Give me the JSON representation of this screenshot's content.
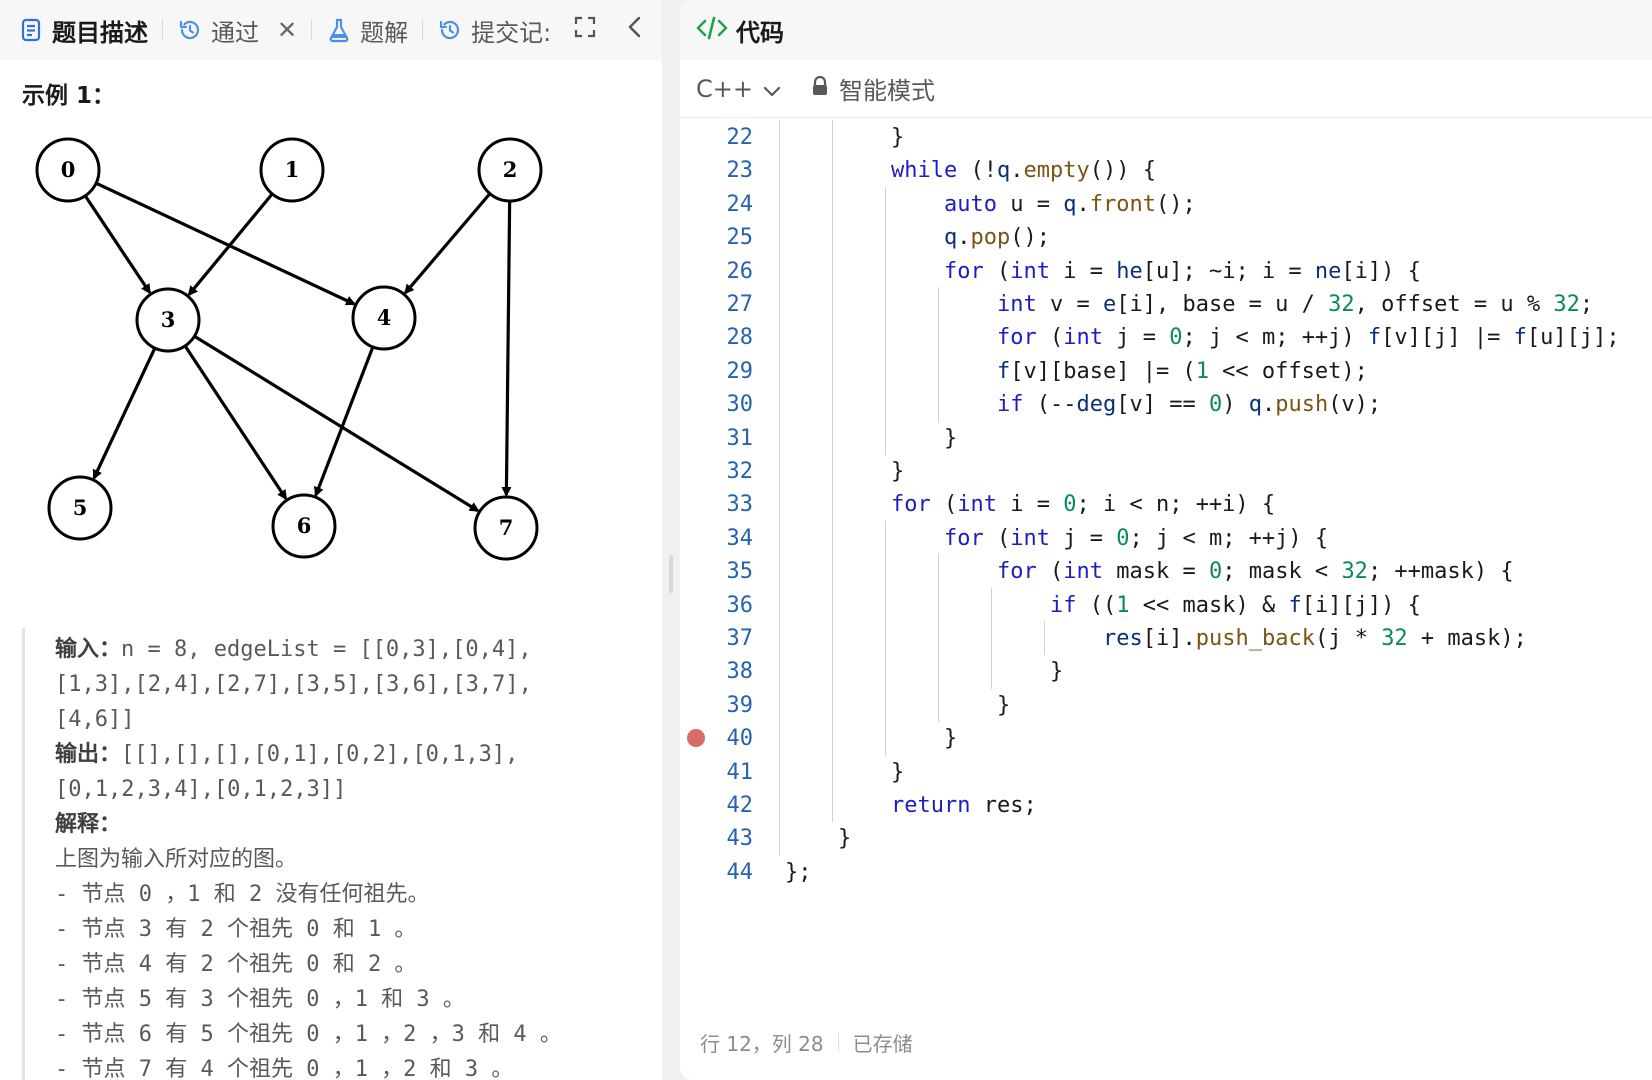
{
  "left_panel": {
    "tabs": [
      {
        "label": "题目描述",
        "icon": "document-icon"
      },
      {
        "label": "通过",
        "icon": "history-icon"
      },
      {
        "label": "题解",
        "icon": "flask-icon"
      },
      {
        "label": "提交记:",
        "icon": "history-icon"
      }
    ],
    "close_glyph": "✕",
    "example_heading": "示例 1：",
    "graph": {
      "nodes": [
        "0",
        "1",
        "2",
        "3",
        "4",
        "5",
        "6",
        "7"
      ],
      "edges": [
        [
          "0",
          "3"
        ],
        [
          "0",
          "4"
        ],
        [
          "1",
          "3"
        ],
        [
          "2",
          "4"
        ],
        [
          "2",
          "7"
        ],
        [
          "3",
          "5"
        ],
        [
          "3",
          "6"
        ],
        [
          "3",
          "7"
        ],
        [
          "4",
          "6"
        ]
      ]
    },
    "example": {
      "input_label": "输入：",
      "input_lines": [
        "n = 8, edgeList = [[0,3],[0,4],",
        "[1,3],[2,4],[2,7],[3,5],[3,6],[3,7],",
        "[4,6]]"
      ],
      "output_label": "输出：",
      "output_lines": [
        "[[],[],[],[0,1],[0,2],[0,1,3],",
        "[0,1,2,3,4],[0,1,2,3]]"
      ],
      "explain_label": "解释：",
      "explain_lines": [
        "上图为输入所对应的图。",
        "- 节点 0 ，1 和 2 没有任何祖先。",
        "- 节点 3 有 2 个祖先 0 和 1 。",
        "- 节点 4 有 2 个祖先 0 和 2 。",
        "- 节点 5 有 3 个祖先 0 ，1 和 3 。",
        "- 节点 6 有 5 个祖先 0 ，1 ，2 ，3 和 4 。",
        "- 节点 7 有 4 个祖先 0 ，1 ，2 和 3 。"
      ]
    }
  },
  "right_panel": {
    "title": "代码",
    "title_icon": "code-icon",
    "language": "C++",
    "mode": "智能模式",
    "breakpoint_line": 40,
    "code_lines": [
      {
        "n": "22",
        "indent": 2,
        "tokens": [
          [
            "p",
            "}"
          ]
        ]
      },
      {
        "n": "23",
        "indent": 2,
        "tokens": [
          [
            "kw",
            "while"
          ],
          [
            "p",
            " (!"
          ],
          [
            "var",
            "q"
          ],
          [
            "p",
            "."
          ],
          [
            "fn",
            "empty"
          ],
          [
            "p",
            "()) {"
          ]
        ]
      },
      {
        "n": "24",
        "indent": 3,
        "tokens": [
          [
            "kw",
            "auto"
          ],
          [
            "p",
            " u = "
          ],
          [
            "var",
            "q"
          ],
          [
            "p",
            "."
          ],
          [
            "fn",
            "front"
          ],
          [
            "p",
            "();"
          ]
        ]
      },
      {
        "n": "25",
        "indent": 3,
        "tokens": [
          [
            "var",
            "q"
          ],
          [
            "p",
            "."
          ],
          [
            "fn",
            "pop"
          ],
          [
            "p",
            "();"
          ]
        ]
      },
      {
        "n": "26",
        "indent": 3,
        "tokens": [
          [
            "kw",
            "for"
          ],
          [
            "p",
            " ("
          ],
          [
            "kw",
            "int"
          ],
          [
            "p",
            " i = "
          ],
          [
            "var",
            "he"
          ],
          [
            "p",
            "[u]; ~i; i = "
          ],
          [
            "var",
            "ne"
          ],
          [
            "p",
            "[i]) {"
          ]
        ]
      },
      {
        "n": "27",
        "indent": 4,
        "tokens": [
          [
            "kw",
            "int"
          ],
          [
            "p",
            " v = "
          ],
          [
            "var",
            "e"
          ],
          [
            "p",
            "[i], base = u / "
          ],
          [
            "num",
            "32"
          ],
          [
            "p",
            ", offset = u % "
          ],
          [
            "num",
            "32"
          ],
          [
            "p",
            ";"
          ]
        ]
      },
      {
        "n": "28",
        "indent": 4,
        "tokens": [
          [
            "kw",
            "for"
          ],
          [
            "p",
            " ("
          ],
          [
            "kw",
            "int"
          ],
          [
            "p",
            " j = "
          ],
          [
            "num",
            "0"
          ],
          [
            "p",
            "; j < m; ++j) "
          ],
          [
            "var",
            "f"
          ],
          [
            "p",
            "[v][j] |= "
          ],
          [
            "var",
            "f"
          ],
          [
            "p",
            "[u][j];"
          ]
        ]
      },
      {
        "n": "29",
        "indent": 4,
        "tokens": [
          [
            "var",
            "f"
          ],
          [
            "p",
            "[v][base] |= ("
          ],
          [
            "num",
            "1"
          ],
          [
            "p",
            " << offset);"
          ]
        ]
      },
      {
        "n": "30",
        "indent": 4,
        "tokens": [
          [
            "kw",
            "if"
          ],
          [
            "p",
            " (--"
          ],
          [
            "var",
            "deg"
          ],
          [
            "p",
            "[v] == "
          ],
          [
            "num",
            "0"
          ],
          [
            "p",
            ") "
          ],
          [
            "var",
            "q"
          ],
          [
            "p",
            "."
          ],
          [
            "fn",
            "push"
          ],
          [
            "p",
            "(v);"
          ]
        ]
      },
      {
        "n": "31",
        "indent": 3,
        "tokens": [
          [
            "p",
            "}"
          ]
        ]
      },
      {
        "n": "32",
        "indent": 2,
        "tokens": [
          [
            "p",
            "}"
          ]
        ]
      },
      {
        "n": "33",
        "indent": 2,
        "tokens": [
          [
            "kw",
            "for"
          ],
          [
            "p",
            " ("
          ],
          [
            "kw",
            "int"
          ],
          [
            "p",
            " i = "
          ],
          [
            "num",
            "0"
          ],
          [
            "p",
            "; i < n; ++i) {"
          ]
        ]
      },
      {
        "n": "34",
        "indent": 3,
        "tokens": [
          [
            "kw",
            "for"
          ],
          [
            "p",
            " ("
          ],
          [
            "kw",
            "int"
          ],
          [
            "p",
            " j = "
          ],
          [
            "num",
            "0"
          ],
          [
            "p",
            "; j < m; ++j) {"
          ]
        ]
      },
      {
        "n": "35",
        "indent": 4,
        "tokens": [
          [
            "kw",
            "for"
          ],
          [
            "p",
            " ("
          ],
          [
            "kw",
            "int"
          ],
          [
            "p",
            " mask = "
          ],
          [
            "num",
            "0"
          ],
          [
            "p",
            "; mask < "
          ],
          [
            "num",
            "32"
          ],
          [
            "p",
            "; ++mask) {"
          ]
        ]
      },
      {
        "n": "36",
        "indent": 5,
        "tokens": [
          [
            "kw",
            "if"
          ],
          [
            "p",
            " (("
          ],
          [
            "num",
            "1"
          ],
          [
            "p",
            " << mask) & "
          ],
          [
            "var",
            "f"
          ],
          [
            "p",
            "[i][j]) {"
          ]
        ]
      },
      {
        "n": "37",
        "indent": 6,
        "tokens": [
          [
            "var",
            "res"
          ],
          [
            "p",
            "[i]."
          ],
          [
            "fn",
            "push_back"
          ],
          [
            "p",
            "(j * "
          ],
          [
            "num",
            "32"
          ],
          [
            "p",
            " + mask);"
          ]
        ]
      },
      {
        "n": "38",
        "indent": 5,
        "tokens": [
          [
            "p",
            "}"
          ]
        ]
      },
      {
        "n": "39",
        "indent": 4,
        "tokens": [
          [
            "p",
            "}"
          ]
        ]
      },
      {
        "n": "40",
        "indent": 3,
        "tokens": [
          [
            "p",
            "}"
          ]
        ]
      },
      {
        "n": "41",
        "indent": 2,
        "tokens": [
          [
            "p",
            "}"
          ]
        ]
      },
      {
        "n": "42",
        "indent": 2,
        "tokens": [
          [
            "kw",
            "return"
          ],
          [
            "p",
            " res;"
          ]
        ]
      },
      {
        "n": "43",
        "indent": 1,
        "tokens": [
          [
            "p",
            "}"
          ]
        ]
      },
      {
        "n": "44",
        "indent": 0,
        "tokens": [
          [
            "p",
            "};"
          ]
        ]
      }
    ],
    "status": {
      "position": "行 12，列 28",
      "saved": "已存储"
    }
  }
}
